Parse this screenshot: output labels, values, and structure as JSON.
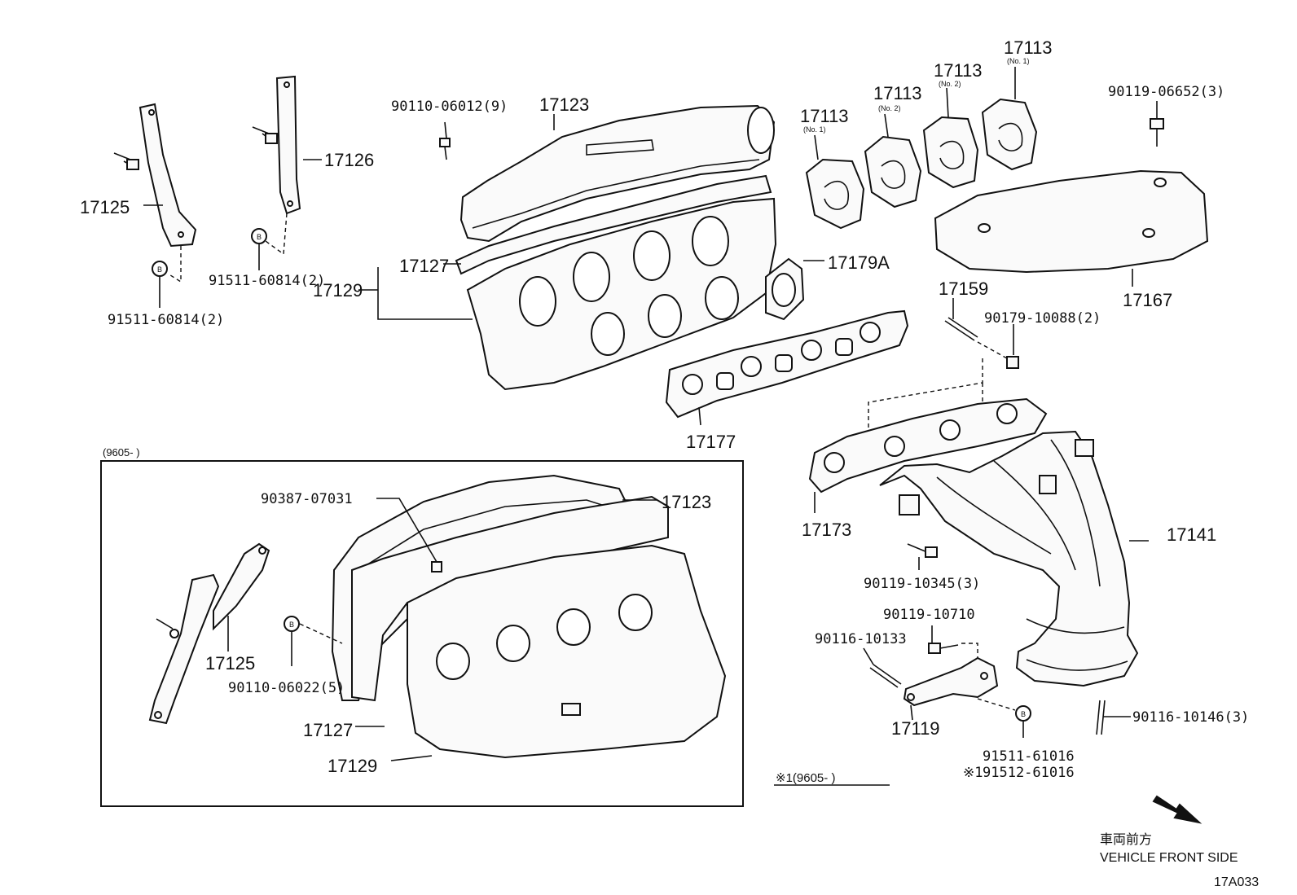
{
  "labels": {
    "p17125_top": "17125",
    "p17126": "17126",
    "p91511_left": "91511-60814(2)",
    "p91511_mid": "91511-60814(2)",
    "p90110_06012": "90110-06012(9)",
    "p17123_top": "17123",
    "p17127_top": "17127",
    "p17129_top": "17129",
    "p17179A": "17179A",
    "p17177": "17177",
    "p17113_a": "17113",
    "p17113_b": "17113",
    "p17113_c": "17113",
    "p17113_d": "17113",
    "no1_a": "(No. 1)",
    "no2_b": "(No. 2)",
    "no2_c": "(No. 2)",
    "no1_d": "(No. 1)",
    "p90119_06652": "90119-06652(3)",
    "p17167": "17167",
    "p17159": "17159",
    "p90179_10088": "90179-10088(2)",
    "p17173": "17173",
    "p17141": "17141",
    "p90119_10345": "90119-10345(3)",
    "p90119_10710": "90119-10710",
    "p90116_10133": "90116-10133",
    "p17119": "17119",
    "p91511_61016": "91511-61016",
    "p91512_61016": "91512-61016",
    "p90116_10146": "90116-10146(3)",
    "inset_range": "(9605-        )",
    "p90387_07031": "90387-07031",
    "p17123_inset": "17123",
    "p17125_inset": "17125",
    "p90110_06022": "90110-06022(5)",
    "p17127_inset": "17127",
    "p17129_inset": "17129",
    "note_range": "※1(9605-        )",
    "mark_note1": "※1",
    "b_mark": "B",
    "jp_front": "車両前方",
    "vehicle_front": "VEHICLE FRONT SIDE",
    "figure_id": "17A033"
  }
}
